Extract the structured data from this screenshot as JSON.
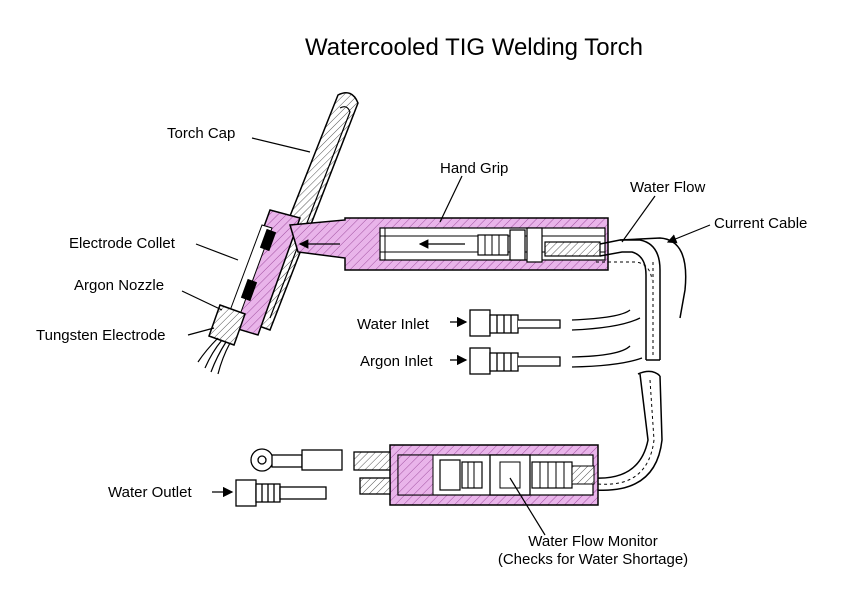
{
  "title": "Watercooled TIG Welding Torch",
  "labels": {
    "torch_cap": "Torch Cap",
    "hand_grip": "Hand Grip",
    "water_flow": "Water Flow",
    "current_cable": "Current Cable",
    "electrode_collet": "Electrode Collet",
    "argon_nozzle": "Argon Nozzle",
    "tungsten_electrode": "Tungsten Electrode",
    "water_inlet": "Water Inlet",
    "argon_inlet": "Argon Inlet",
    "water_outlet": "Water Outlet",
    "water_flow_monitor": "Water Flow Monitor",
    "water_flow_monitor_note": "(Checks for Water Shortage)"
  },
  "colors": {
    "line": "#000000",
    "insulation": "#e9b4ea",
    "background": "#ffffff"
  }
}
